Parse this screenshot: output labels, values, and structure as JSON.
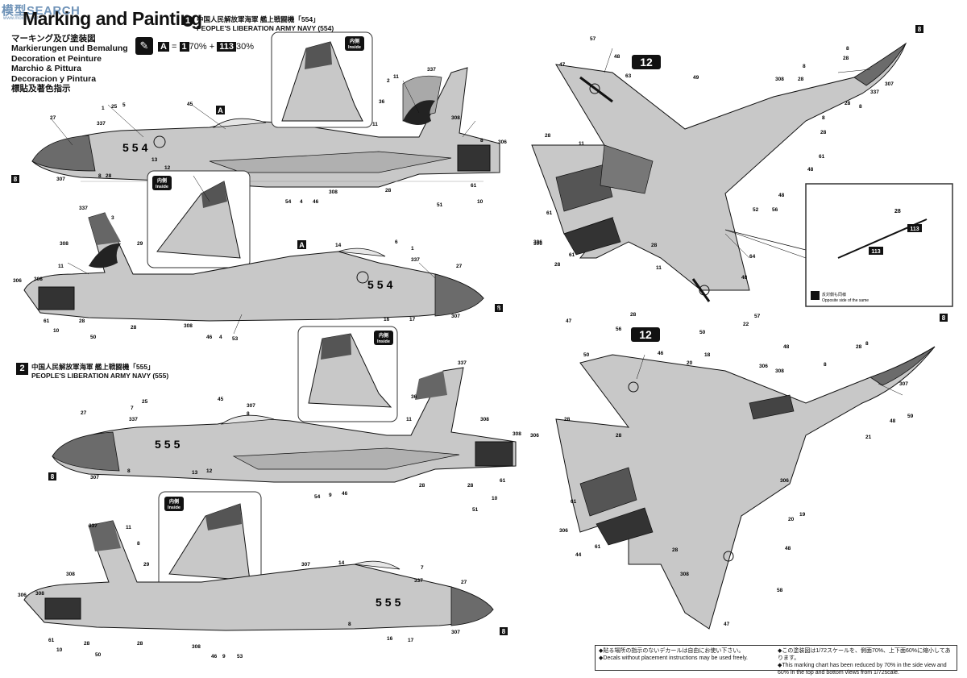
{
  "watermark": {
    "brand": "模型",
    "site": "SEARCH",
    "sub": "www.moxing.net"
  },
  "header": {
    "title": "Marking and Painting",
    "langs": [
      "マーキング及び塗装図",
      "Markierungen und Bemalung",
      "Decoration et Peinture",
      "Marchio & Pittura",
      "Decoracion y Pintura",
      "標貼及著色指示"
    ],
    "formula": {
      "a": "A",
      "eq": "=",
      "c1": "1",
      "p1": "70%",
      "plus": "+",
      "c2": "113",
      "p2": "30%"
    }
  },
  "variants": [
    {
      "num": "1",
      "jp": "中国人民解放軍海軍 艦上戦闘機「554」",
      "en": "PEOPLE'S LIBERATION ARMY NAVY (554)",
      "code": "554"
    },
    {
      "num": "2",
      "jp": "中国人民解放軍海軍 艦上戦闘機「555」",
      "en": "PEOPLE'S LIBERATION ARMY NAVY (555)",
      "code": "555"
    }
  ],
  "plan_label": "12",
  "inside_tag": {
    "jp": "内側",
    "en": "Inside"
  },
  "detail": {
    "n1": "28",
    "n2": "113",
    "n3": "113",
    "caption_jp": "反対側も同様",
    "caption_en": "Opposite side of the same"
  },
  "notes": {
    "left_jp": "◆貼る場所の指示のないデカールは自由にお使い下さい。",
    "left_en": "◆Decals without placement instructions may be used freely.",
    "right_jp": "◆この塗装図は1/72スケールを、側面70%、上下面60%に縮小してあります。",
    "right_en": "◆This marking chart has been reduced by 70% in the side view and 60% in the top and bottom views from 1/72scale."
  },
  "marks": {
    "A": "A",
    "eight": "8"
  },
  "callouts": {
    "side1": [
      "27",
      "337",
      "1",
      "25",
      "5",
      "45",
      "2",
      "11",
      "36",
      "308",
      "306",
      "307",
      "13",
      "12",
      "54",
      "4",
      "46",
      "308",
      "28",
      "51",
      "10",
      "61",
      "8",
      "8",
      "28",
      "11",
      "337"
    ],
    "side2": [
      "337",
      "3",
      "29",
      "308",
      "11",
      "306",
      "308",
      "61",
      "28",
      "10",
      "50",
      "28",
      "308",
      "46",
      "4",
      "53",
      "16",
      "17",
      "14",
      "6",
      "1",
      "337",
      "27",
      "307",
      "8"
    ],
    "side3": [
      "27",
      "337",
      "7",
      "25",
      "45",
      "307",
      "8",
      "337",
      "11",
      "36",
      "308",
      "306",
      "308",
      "307",
      "13",
      "12",
      "54",
      "9",
      "46",
      "28",
      "51",
      "10",
      "61",
      "8",
      "28"
    ],
    "side4": [
      "337",
      "11",
      "8",
      "29",
      "308",
      "306",
      "308",
      "61",
      "28",
      "10",
      "50",
      "28",
      "308",
      "46",
      "9",
      "53",
      "16",
      "17",
      "14",
      "307",
      "7",
      "337",
      "27",
      "307",
      "8"
    ],
    "top": [
      "47",
      "48",
      "63",
      "57",
      "49",
      "308",
      "28",
      "8",
      "28",
      "8",
      "307",
      "337",
      "8",
      "28",
      "8",
      "28",
      "61",
      "48",
      "11",
      "28",
      "306",
      "61",
      "28",
      "64",
      "48",
      "52",
      "56",
      "48",
      "22",
      "50",
      "57",
      "28",
      "11",
      "47",
      "28",
      "61",
      "306"
    ],
    "bottom": [
      "56",
      "46",
      "20",
      "18",
      "48",
      "306",
      "308",
      "8",
      "28",
      "8",
      "307",
      "50",
      "48",
      "59",
      "28",
      "21",
      "28",
      "306",
      "61",
      "306",
      "44",
      "61",
      "28",
      "19",
      "20",
      "48",
      "308",
      "58",
      "47"
    ]
  }
}
